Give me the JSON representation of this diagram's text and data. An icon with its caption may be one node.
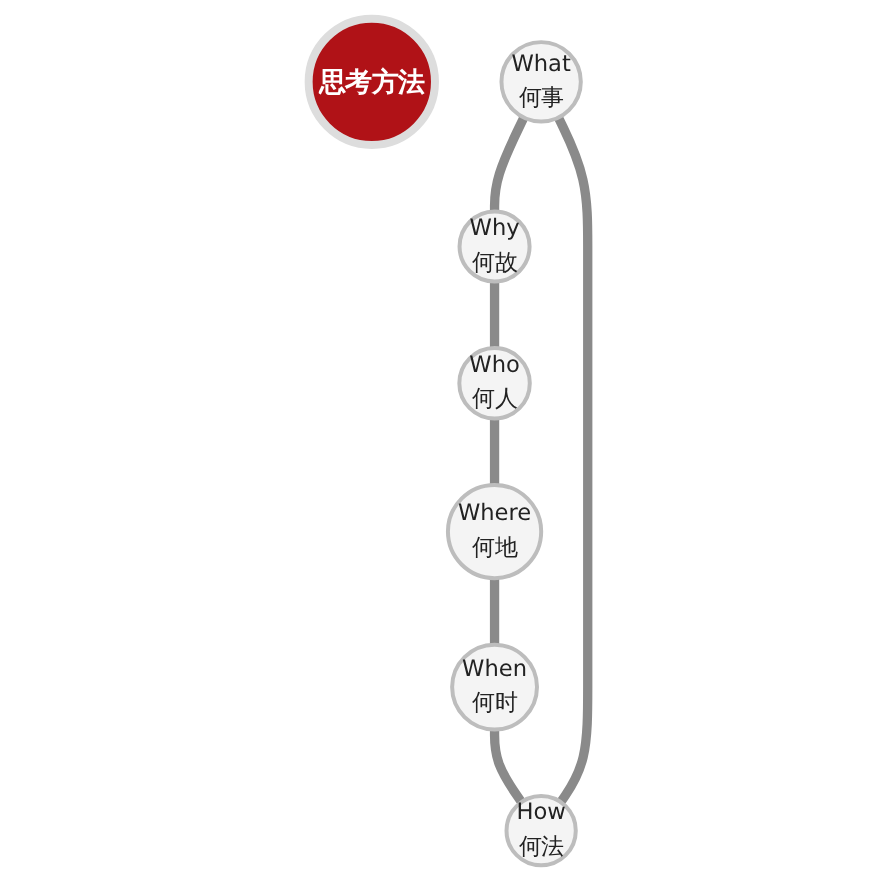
{
  "diagram": {
    "nodes": [
      {
        "text": [
          "思考方法"
        ]
      },
      {
        "text": [
          "What",
          "何事"
        ]
      },
      {
        "text": [
          "Why",
          "何故"
        ]
      },
      {
        "text": [
          "Who",
          "何人"
        ]
      },
      {
        "text": [
          "Where",
          "何地"
        ]
      },
      {
        "text": [
          "When",
          "何时"
        ]
      },
      {
        "text": [
          "How",
          "何法"
        ]
      }
    ],
    "edges": [
      {
        "from": 1,
        "to": 2,
        "arrow": "none"
      },
      {
        "from": 2,
        "to": 3,
        "arrow": "none"
      },
      {
        "from": 3,
        "to": 4,
        "arrow": "none"
      },
      {
        "from": 4,
        "to": 5,
        "arrow": "none"
      },
      {
        "from": 5,
        "to": 6,
        "arrow": "none"
      },
      {
        "from": 6,
        "to": 1,
        "arrow": "none"
      }
    ]
  }
}
